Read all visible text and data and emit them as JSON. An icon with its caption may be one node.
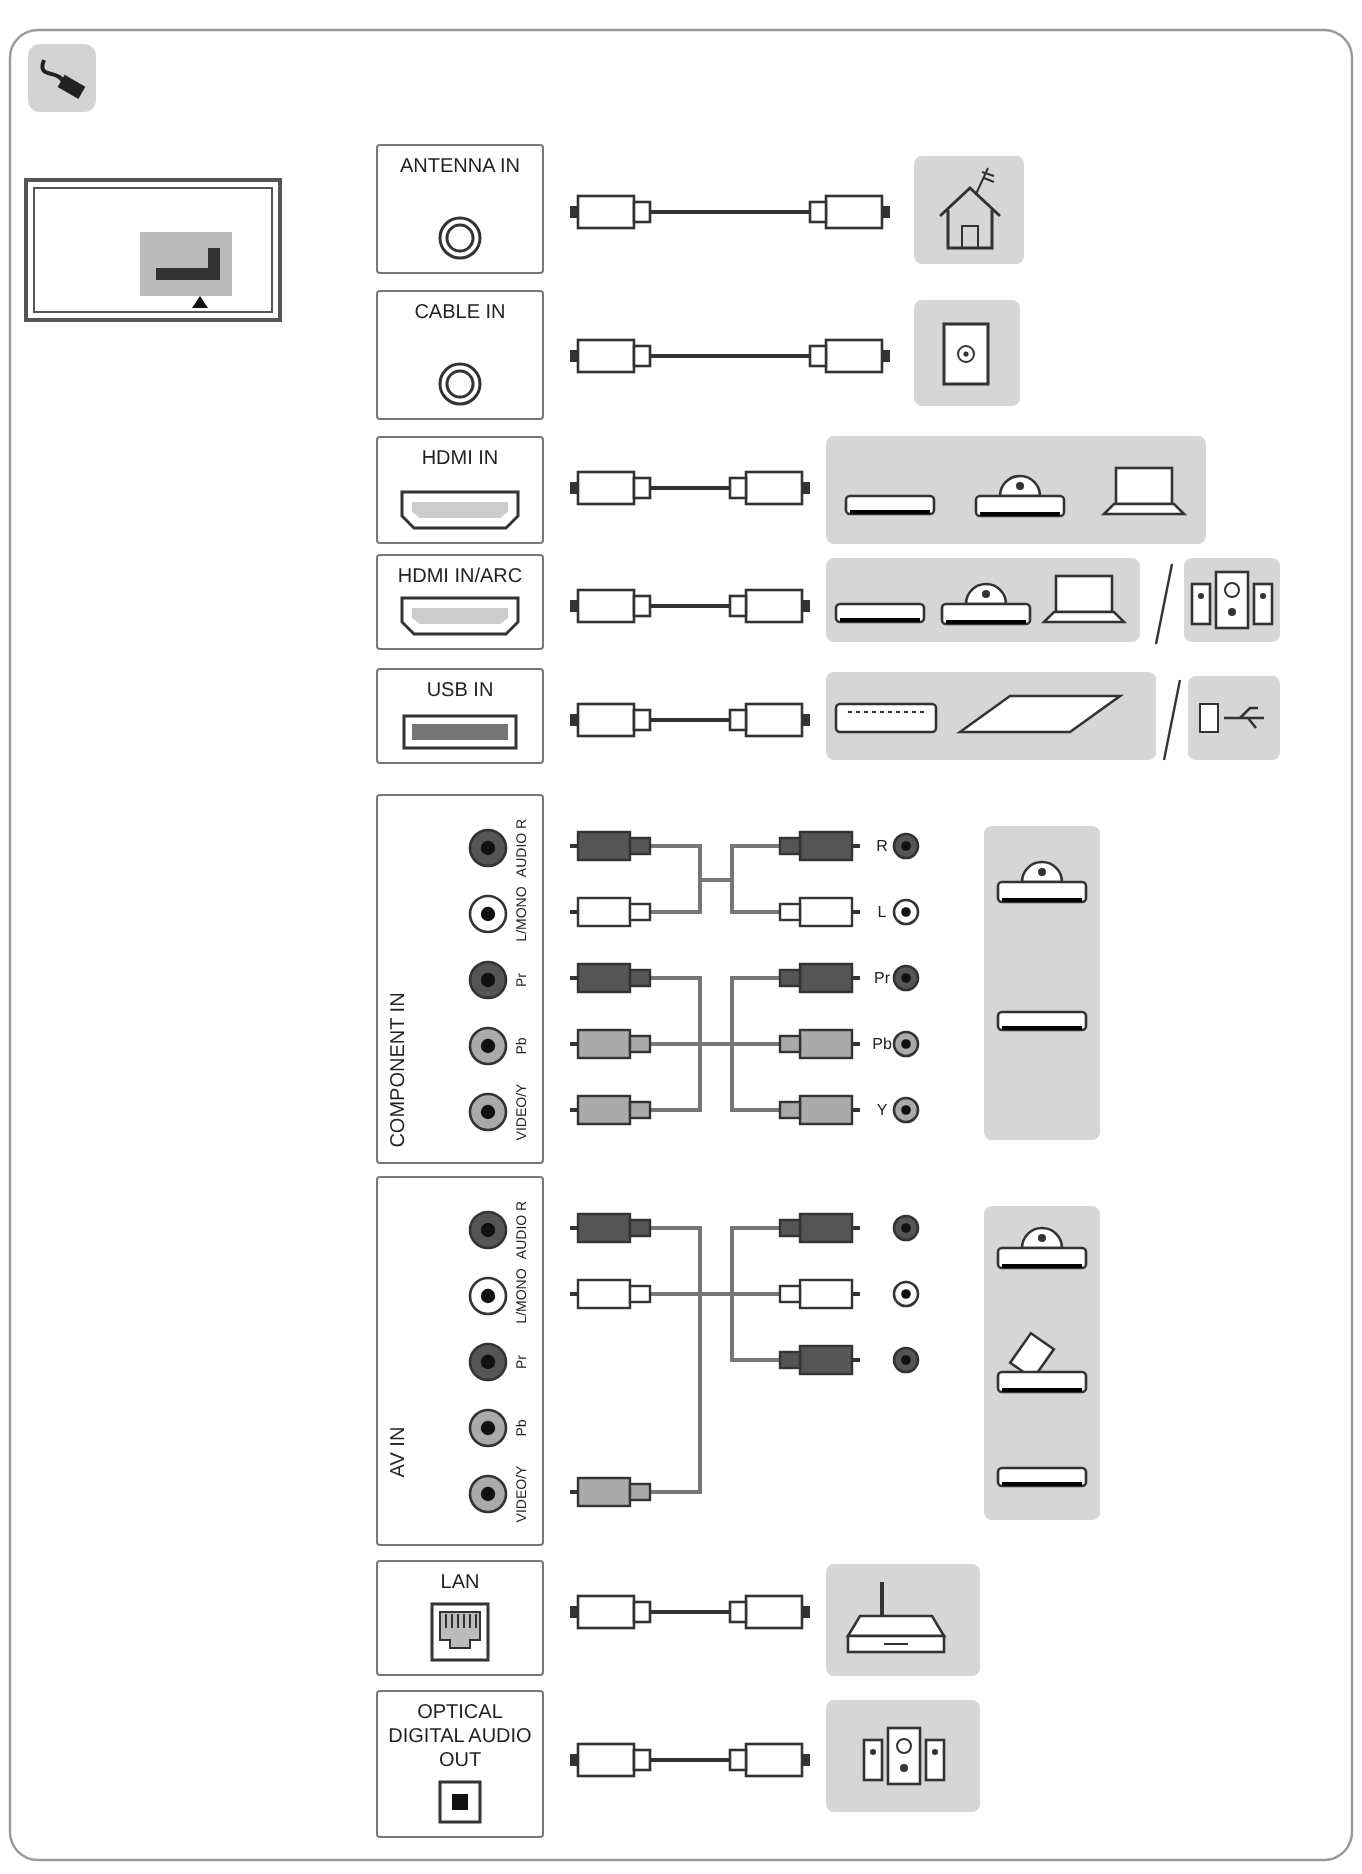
{
  "diagram": {
    "nodes": [
      {
        "text": [
          "ANTENNA IN"
        ]
      },
      {
        "text": [
          "CABLE IN"
        ]
      },
      {
        "text": [
          "HDMI IN"
        ]
      },
      {
        "text": [
          "HDMI IN/ARC"
        ]
      },
      {
        "text": [
          "USB IN"
        ]
      },
      {
        "text": [
          "COMPONENT IN",
          "AUDIO R",
          "L/MONO",
          "Pr",
          "Pb",
          "VIDEO/Y"
        ]
      },
      {
        "text": [
          "AV IN",
          "AUDIO R",
          "L/MONO",
          "Pr",
          "Pb",
          "VIDEO/Y"
        ]
      },
      {
        "text": [
          "LAN"
        ]
      },
      {
        "text": [
          "OPTICAL DIGITAL AUDIO OUT"
        ]
      }
    ],
    "labels": [
      "R",
      "L",
      "Pr",
      "Pb",
      "Y"
    ]
  }
}
